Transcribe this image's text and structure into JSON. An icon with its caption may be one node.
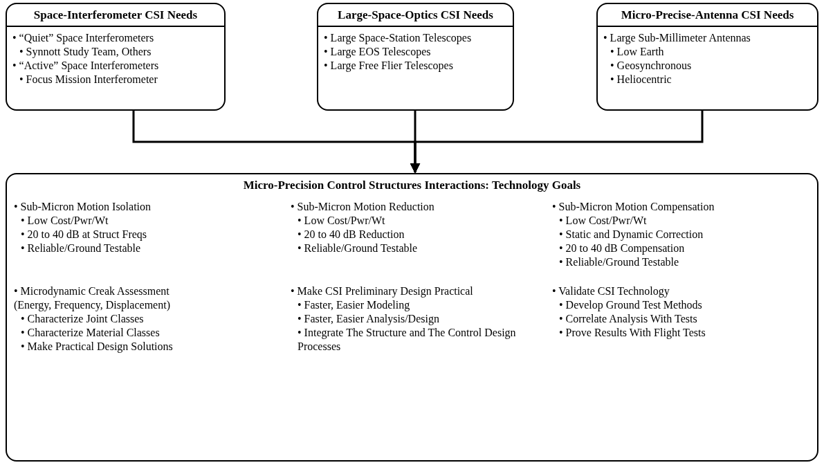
{
  "diagram": {
    "nodes": [
      {
        "text": [
          "Space-Interferometer CSI Needs",
          "• “Quiet” Space Interferometers",
          "• Synnott Study Team, Others",
          "• “Active” Space Interferometers",
          "• Focus Mission Interferometer"
        ]
      },
      {
        "text": [
          "Large-Space-Optics CSI Needs",
          "• Large Space-Station Telescopes",
          "• Large EOS Telescopes",
          "• Large Free Flier Telescopes"
        ]
      },
      {
        "text": [
          "Micro-Precise-Antenna CSI Needs",
          "• Large Sub-Millimeter Antennas",
          "• Low Earth",
          "• Geosynchronous",
          "• Heliocentric"
        ]
      },
      {
        "text": [
          "Micro-Precision Control Structures Interactions: Technology Goals",
          "• Sub-Micron Motion Isolation",
          "• Low Cost/Pwr/Wt",
          "• 20 to 40 dB at Struct Freqs",
          "• Reliable/Ground Testable",
          "• Sub-Micron Motion Reduction",
          "• Low Cost/Pwr/Wt",
          "• 20 to 40 dB Reduction",
          "• Reliable/Ground Testable",
          "• Sub-Micron Motion Compensation",
          "• Low Cost/Pwr/Wt",
          "• Static and Dynamic Correction",
          "• 20 to 40 dB Compensation",
          "• Reliable/Ground Testable",
          "• Microdynamic Creak Assessment (Energy, Frequency, Displacement)",
          "• Characterize Joint Classes",
          "• Characterize Material Classes",
          "• Make Practical Design Solutions",
          "• Make CSI Preliminary Design Practical",
          "• Faster, Easier Modeling",
          "• Faster, Easier Analysis/Design",
          "• Integrate The Structure and The Control Design Processes",
          "• Validate CSI Technology",
          "• Develop Ground Test Methods",
          "• Correlate Analysis With Tests",
          "• Prove Results With Flight Tests"
        ]
      }
    ],
    "edges": [
      {
        "from": 0,
        "to": 3,
        "arrow": "to"
      },
      {
        "from": 1,
        "to": 3,
        "arrow": "to"
      },
      {
        "from": 2,
        "to": 3,
        "arrow": "to"
      }
    ]
  }
}
